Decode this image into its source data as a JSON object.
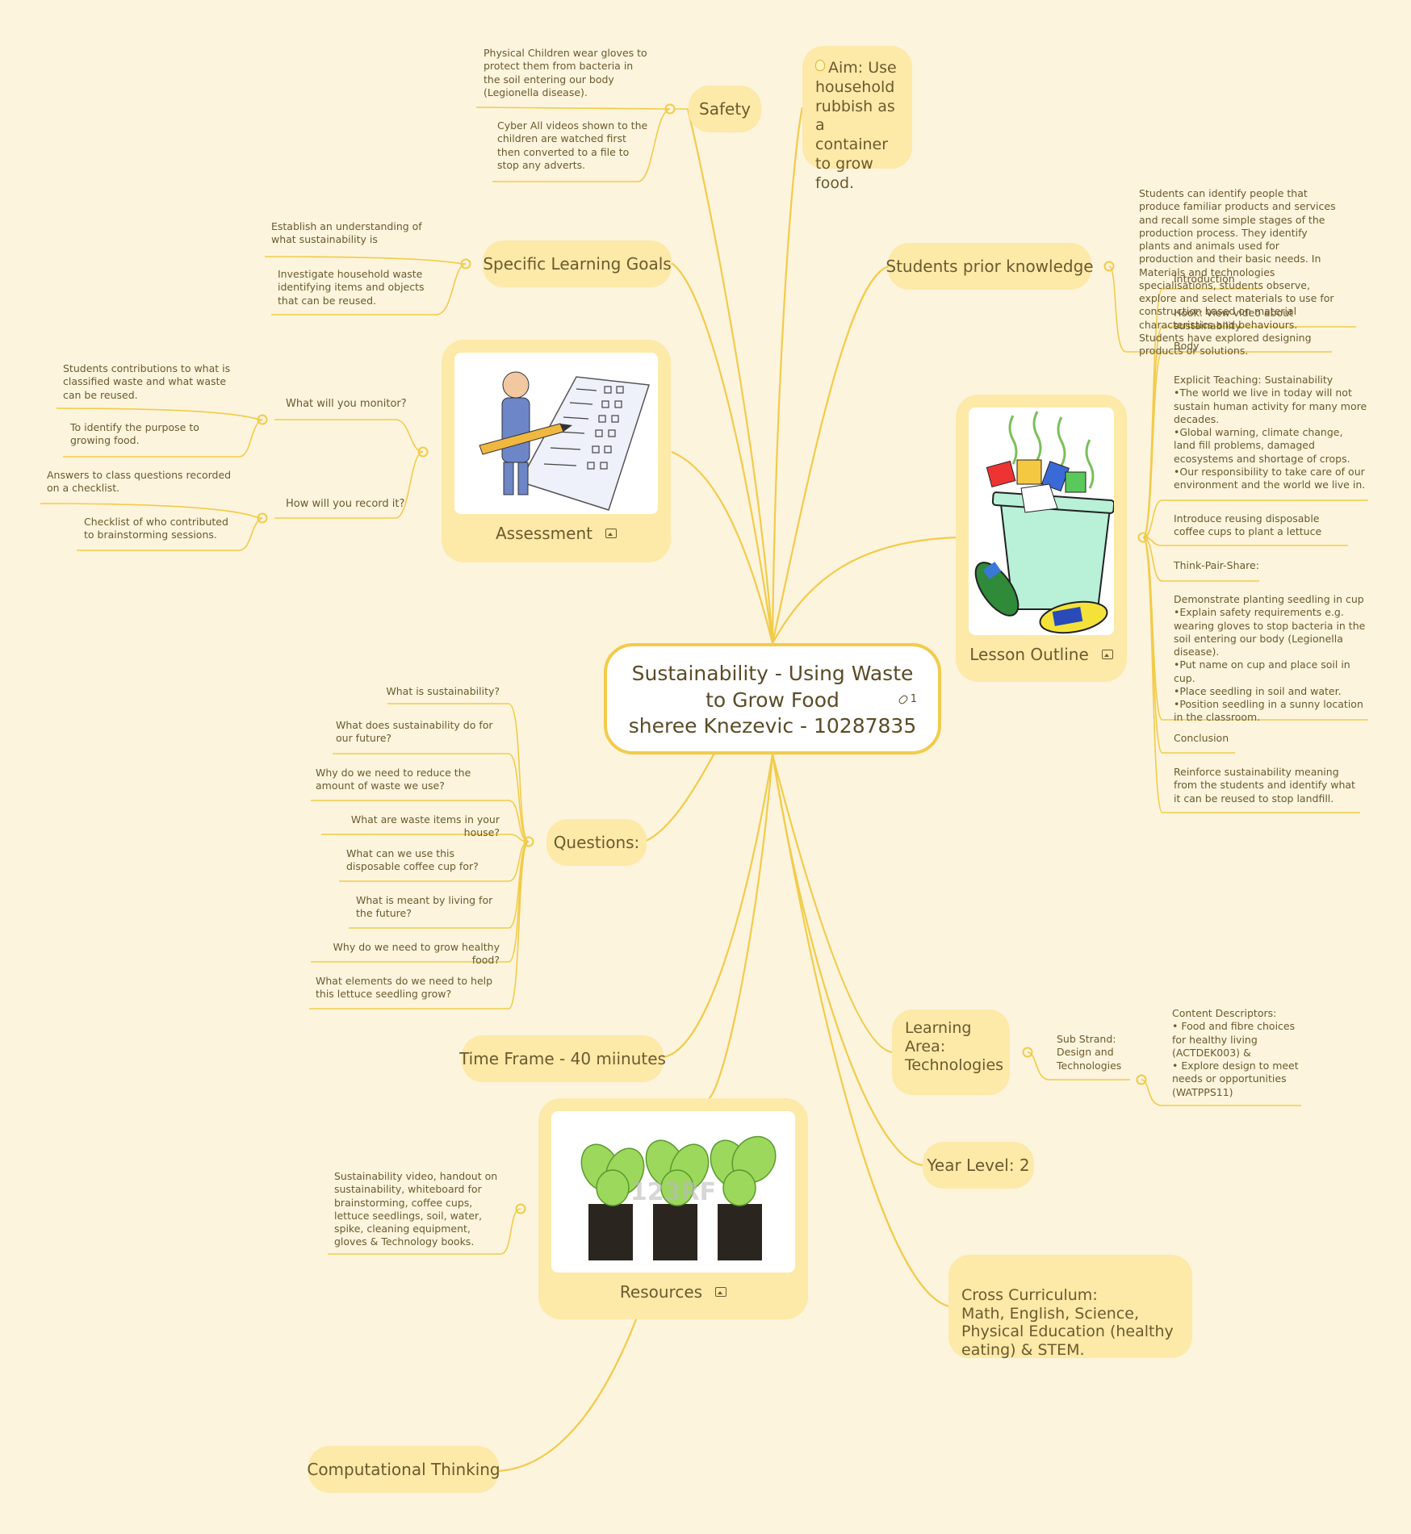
{
  "central": {
    "line1": "Sustainability - Using Waste",
    "line2": "to Grow Food",
    "line3": "sheree Knezevic - 10287835",
    "link_count": "1"
  },
  "colors": {
    "background": "#fcf4dd",
    "branch": "#f2cb4a",
    "node_fill": "#fde9a8",
    "text": "#6b5a2e"
  },
  "topics": {
    "safety": {
      "label": "Safety",
      "leaves": [
        "Physical Children wear gloves to protect them from bacteria in the soil entering our body (Legionella disease).",
        "Cyber All videos shown to the children are watched first then converted to a file to stop any adverts."
      ]
    },
    "aim": {
      "label": "Aim: Use household rubbish as a container to grow food.",
      "icon": "bulb-icon"
    },
    "goals": {
      "label": "Specific Learning Goals",
      "leaves": [
        "Establish an understanding of what sustainability is",
        "Investigate household waste identifying items and objects that can be reused."
      ]
    },
    "prior": {
      "label": "Students prior knowledge",
      "leaves": [
        "Students can identify people that produce familiar products and services and recall some simple stages of the production process. They identify plants and animals used for production and their basic needs. In Materials and technologies specialisations, students observe, explore and select materials to use for construction based on material characteristics and behaviours. Students have explored designing products or solutions."
      ]
    },
    "assessment": {
      "label": "Assessment",
      "monitor": {
        "label": "What will you monitor?",
        "leaves": [
          "Students contributions to what is classified waste and what waste can be reused.",
          "To identify the purpose to growing food."
        ]
      },
      "record": {
        "label": "How will you record it?",
        "leaves": [
          "Answers to class questions recorded on a checklist.",
          "Checklist of who contributed to brainstorming sessions."
        ]
      }
    },
    "lesson": {
      "label": "Lesson Outline",
      "leaves": [
        "Introduction",
        "Hook: View video about sustainability",
        "Body",
        "Explicit Teaching: Sustainability\n  •The world we live in today will not sustain human activity for many more decades.\n•Global warning, climate change, land fill problems, damaged ecosystems and shortage of crops.\n•Our responsibility to take care of our environment and the world we live in.",
        "Introduce reusing disposable coffee cups to plant a lettuce",
        "Think-Pair-Share:",
        "Demonstrate planting seedling in cup\n•Explain safety requirements e.g. wearing gloves to stop bacteria in the soil entering our body (Legionella disease).\n•Put name on cup and place soil in cup.\n•Place seedling in soil and water.\n•Position seedling in a sunny location in the classroom.",
        "Conclusion",
        "Reinforce sustainability meaning from the students and identify what it can be reused to stop landfill."
      ]
    },
    "questions": {
      "label": "Questions:",
      "leaves": [
        "What is sustainability?",
        "What does sustainability do for our future?",
        "Why do we need to reduce the amount of waste we use?",
        "What are waste items in your house?",
        "What can we use this disposable coffee cup for?",
        "What is meant by living for the future?",
        "Why do we need to grow healthy food?",
        "What elements do we need to help this lettuce seedling grow?"
      ]
    },
    "timeframe": {
      "label": "Time Frame - 40 miinutes"
    },
    "learning_area": {
      "label": "Learning Area: Technologies",
      "substrand": "Sub Strand: Design and Technologies",
      "descriptors": "Content Descriptors:\n•      Food and fibre choices for healthy living (ACTDEK003) &\n•      Explore design to meet needs or opportunities (WATPPS11)"
    },
    "year": {
      "label": "Year Level: 2"
    },
    "resources": {
      "label": "Resources",
      "leaves": [
        "Sustainability video, handout on sustainability, whiteboard for brainstorming, coffee cups, lettuce seedlings, soil, water, spike, cleaning equipment, gloves & Technology books."
      ],
      "watermark": "123RF"
    },
    "cross": {
      "label": "Cross Curriculum:\nMath, English, Science, Physical Education (healthy eating) & STEM."
    },
    "computational": {
      "label": "Computational Thinking"
    }
  }
}
